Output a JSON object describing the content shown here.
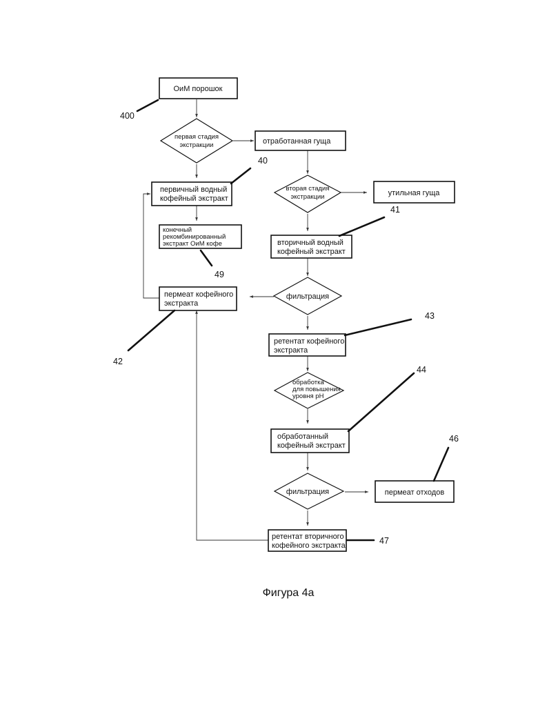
{
  "nodes": {
    "oim_powder": [
      "ОиМ порошок"
    ],
    "first_extraction": [
      "первая стадия",
      "экстракции"
    ],
    "spent_grounds": [
      "отработанная гуща"
    ],
    "primary_extract": [
      "первичный водный",
      "кофейный экстракт"
    ],
    "second_extraction": [
      "вторая стадия",
      "экстракции"
    ],
    "waste_grounds": [
      "утильная гуща"
    ],
    "final_recombined": [
      "конечный",
      "рекомбинированный",
      "экстракт ОиМ кофе"
    ],
    "secondary_extract": [
      "вторичный водный",
      "кофейный экстракт"
    ],
    "filtration_1": [
      "фильтрация"
    ],
    "permeate": [
      "пермеат кофейного",
      "экстракта"
    ],
    "retentate": [
      "ретентат кофейного",
      "экстракта"
    ],
    "ph_treatment": [
      "обработка",
      "для повышения",
      "уровня pH"
    ],
    "treated_extract": [
      "обработанный",
      "кофейный экстракт"
    ],
    "filtration_2": [
      "фильтрация"
    ],
    "waste_permeate": [
      "пермеат отходов"
    ],
    "secondary_retentate": [
      "ретентат вторичного",
      "кофейного экстракта"
    ]
  },
  "refs": {
    "r400": "400",
    "r40": "40",
    "r41": "41",
    "r49": "49",
    "r42": "42",
    "r43": "43",
    "r44": "44",
    "r46": "46",
    "r47": "47"
  },
  "caption": "Фигура 4а"
}
